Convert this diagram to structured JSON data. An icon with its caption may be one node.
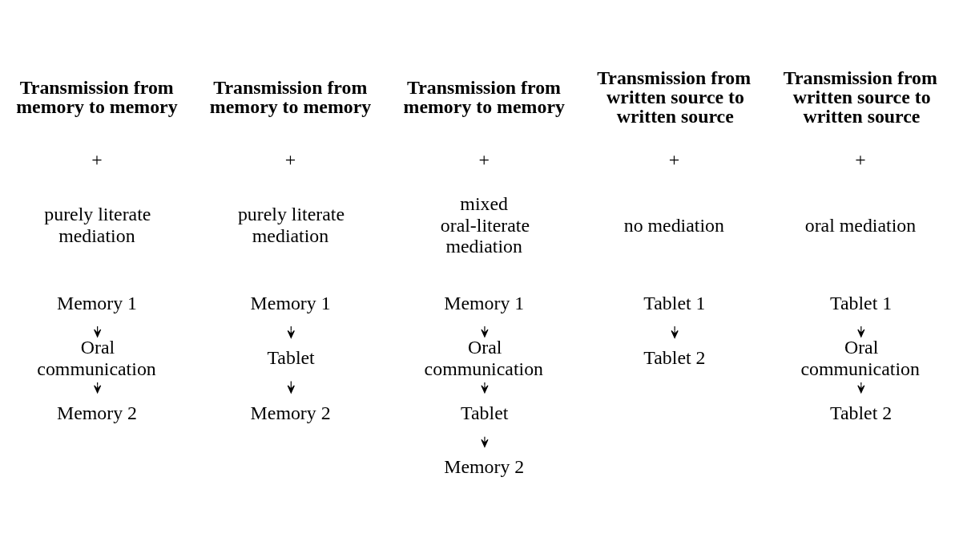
{
  "diagram": {
    "nodes": [
      {
        "text": [
          "Memory 1"
        ]
      },
      {
        "text": [
          "Oral communication"
        ]
      },
      {
        "text": [
          "Memory 2"
        ]
      },
      {
        "text": [
          "Memory 1"
        ]
      },
      {
        "text": [
          "Tablet"
        ]
      },
      {
        "text": [
          "Memory 2"
        ]
      },
      {
        "text": [
          "Memory 1"
        ]
      },
      {
        "text": [
          "Oral communication"
        ]
      },
      {
        "text": [
          "Tablet"
        ]
      },
      {
        "text": [
          "Memory 2"
        ]
      },
      {
        "text": [
          "Tablet 1"
        ]
      },
      {
        "text": [
          "Tablet 2"
        ]
      },
      {
        "text": [
          "Tablet 1"
        ]
      },
      {
        "text": [
          "Oral communication"
        ]
      },
      {
        "text": [
          "Tablet 2"
        ]
      }
    ],
    "edges": [
      {
        "from": 0,
        "to": 1,
        "arrow": "to"
      },
      {
        "from": 1,
        "to": 2,
        "arrow": "to"
      },
      {
        "from": 3,
        "to": 4,
        "arrow": "to"
      },
      {
        "from": 4,
        "to": 5,
        "arrow": "to"
      },
      {
        "from": 6,
        "to": 7,
        "arrow": "to"
      },
      {
        "from": 7,
        "to": 8,
        "arrow": "to"
      },
      {
        "from": 8,
        "to": 9,
        "arrow": "to"
      },
      {
        "from": 10,
        "to": 11,
        "arrow": "to"
      },
      {
        "from": 12,
        "to": 13,
        "arrow": "to"
      },
      {
        "from": 13,
        "to": 14,
        "arrow": "to"
      }
    ],
    "labels": [
      "Transmission from memory to memory",
      "Transmission from memory to memory",
      "Transmission from memory to memory",
      "Transmission from written source to written source",
      "Transmission from written source to written source",
      "+",
      "+",
      "+",
      "+",
      "+",
      "purely literate mediation",
      "purely literate mediation",
      "mixed oral-literate mediation",
      "no mediation",
      "oral mediation"
    ]
  }
}
